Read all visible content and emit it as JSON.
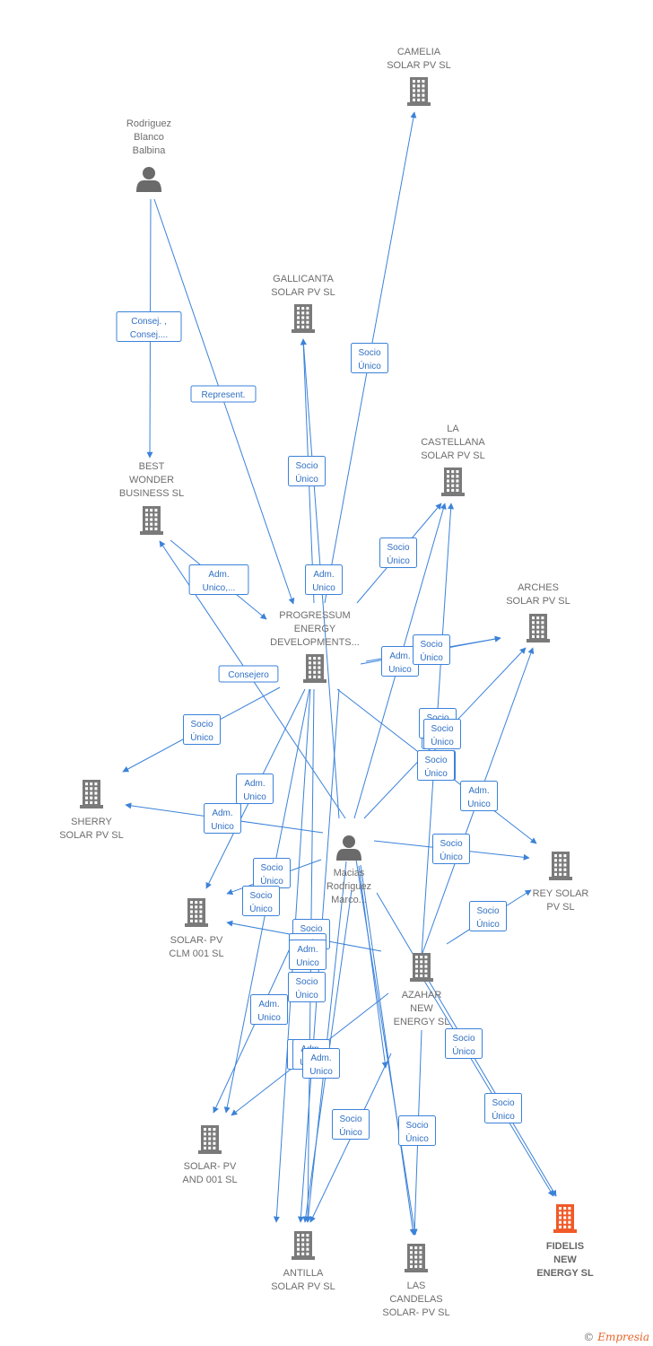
{
  "nodes": [
    {
      "id": "camelia",
      "type": "company",
      "label": [
        "CAMELIA",
        "SOLAR PV  SL"
      ]
    },
    {
      "id": "rodriguez",
      "type": "person",
      "label": [
        "Rodriguez",
        "Blanco",
        "Balbina"
      ]
    },
    {
      "id": "gallicanta",
      "type": "company",
      "label": [
        "GALLICANTA",
        "SOLAR PV  SL"
      ]
    },
    {
      "id": "lacastellana",
      "type": "company",
      "label": [
        "LA",
        "CASTELLANA",
        "SOLAR PV  SL"
      ]
    },
    {
      "id": "bestwonder",
      "type": "company",
      "label": [
        "BEST",
        "WONDER",
        "BUSINESS SL"
      ]
    },
    {
      "id": "arches",
      "type": "company",
      "label": [
        "ARCHES",
        "SOLAR PV  SL"
      ]
    },
    {
      "id": "progressum",
      "type": "company",
      "label": [
        "PROGRESSUM",
        "ENERGY",
        "DEVELOPMENTS..."
      ]
    },
    {
      "id": "sherry",
      "type": "company",
      "label": [
        "SHERRY",
        "SOLAR PV  SL"
      ]
    },
    {
      "id": "macias",
      "type": "person",
      "label": [
        "Macias",
        "Rodriguez",
        "Marco..."
      ]
    },
    {
      "id": "rey",
      "type": "company",
      "label": [
        "REY SOLAR",
        "PV  SL"
      ]
    },
    {
      "id": "clm",
      "type": "company",
      "label": [
        "SOLAR- PV",
        "CLM 001  SL"
      ]
    },
    {
      "id": "azahar",
      "type": "company",
      "label": [
        "AZAHAR",
        "NEW",
        "ENERGY  SL"
      ]
    },
    {
      "id": "and001",
      "type": "company",
      "label": [
        "SOLAR- PV",
        "AND 001  SL"
      ]
    },
    {
      "id": "fidelis",
      "type": "company",
      "focus": true,
      "label": [
        "FIDELIS",
        "NEW",
        "ENERGY  SL"
      ]
    },
    {
      "id": "antilla",
      "type": "company",
      "label": [
        "ANTILLA",
        "SOLAR PV  SL"
      ]
    },
    {
      "id": "candelas",
      "type": "company",
      "label": [
        "LAS",
        "CANDELAS",
        "SOLAR- PV  SL"
      ]
    }
  ],
  "edges": [
    {
      "label": [
        "Consej. ,",
        "Consej...."
      ]
    },
    {
      "label": [
        "Represent."
      ]
    },
    {
      "label": [
        "Socio",
        "Único"
      ]
    },
    {
      "label": [
        "Socio",
        "Único"
      ]
    },
    {
      "label": [
        "Adm.",
        "Unico,..."
      ]
    },
    {
      "label": [
        "Adm.",
        "Unico"
      ]
    },
    {
      "label": [
        "Socio",
        "Único"
      ]
    },
    {
      "label": [
        "Consejero"
      ]
    },
    {
      "label": [
        "Adm.",
        "Unico"
      ]
    },
    {
      "label": [
        "Socio",
        "Único"
      ]
    },
    {
      "label": [
        "Socio",
        "Único"
      ]
    },
    {
      "label": [
        "Socio",
        "Único"
      ]
    },
    {
      "label": [
        "Socio",
        "Único"
      ]
    },
    {
      "label": [
        "Socio",
        "Único"
      ]
    },
    {
      "label": [
        "Socio",
        "Único"
      ]
    },
    {
      "label": [
        "Adm.",
        "Unico"
      ]
    },
    {
      "label": [
        "Adm.",
        "Unico"
      ]
    },
    {
      "label": [
        "Adm.",
        "Unico"
      ]
    },
    {
      "label": [
        "Socio",
        "Único"
      ]
    },
    {
      "label": [
        "Socio",
        "Único"
      ]
    },
    {
      "label": [
        "Socio",
        "Único"
      ]
    },
    {
      "label": [
        "Socio",
        "Único"
      ]
    },
    {
      "label": [
        "Socio",
        "Único"
      ]
    },
    {
      "label": [
        "Adm.",
        "Unico"
      ]
    },
    {
      "label": [
        "Socio",
        "Único"
      ]
    },
    {
      "label": [
        "Adm.",
        "Unico"
      ]
    },
    {
      "label": [
        "Adm.",
        "Unico"
      ]
    },
    {
      "label": [
        "Adm.",
        "Unico"
      ]
    },
    {
      "label": [
        "Socio",
        "Único"
      ]
    },
    {
      "label": [
        "Socio",
        "Único"
      ]
    },
    {
      "label": [
        "Socio",
        "Único"
      ]
    }
  ],
  "colors": {
    "edge": "#3b82d9",
    "company": "#7a7a7a",
    "person": "#6a6a6a",
    "focus": "#f05a28"
  },
  "footer": {
    "copyright": "©",
    "brand": "Empresia"
  }
}
